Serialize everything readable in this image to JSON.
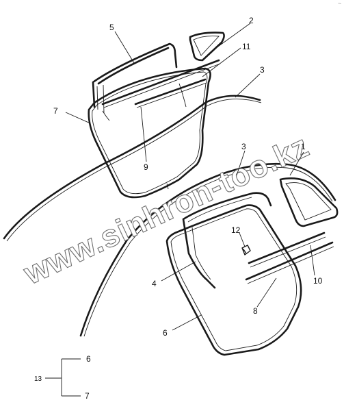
{
  "diagram": {
    "callouts": {
      "c1": "1",
      "c2": "2",
      "c3a": "3",
      "c3b": "3",
      "c4": "4",
      "c5": "5",
      "c6": "6",
      "c7": "7",
      "c8": "8",
      "c9": "9",
      "c10": "10",
      "c11": "11",
      "c12": "12"
    },
    "assembly": {
      "parent": "13",
      "child_top": "6",
      "child_bottom": "7"
    },
    "watermark": "www.sinhron-too.kz",
    "corner_mark": "~"
  }
}
